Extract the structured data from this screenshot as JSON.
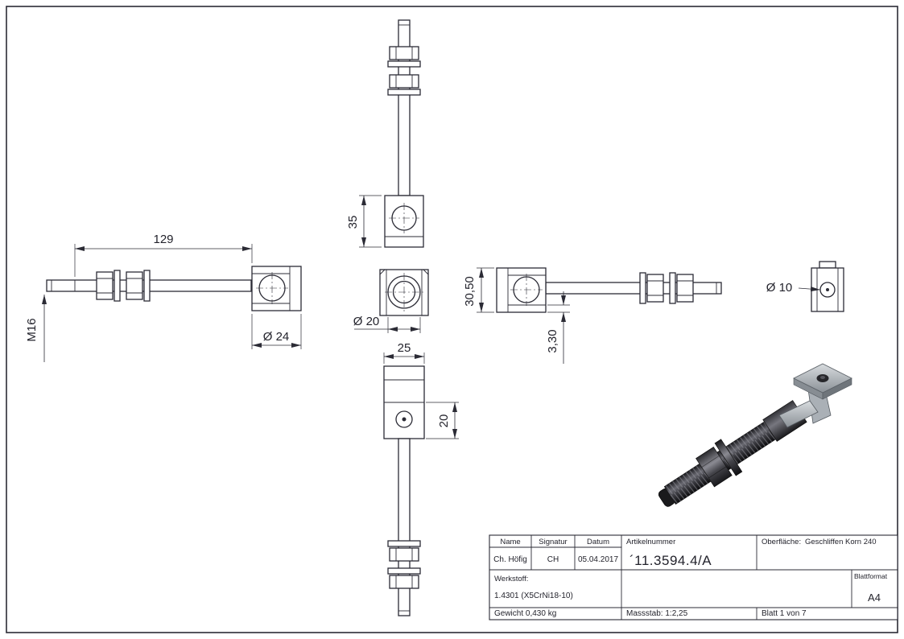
{
  "drawing": {
    "dims": {
      "length129": "129",
      "dia24": "Ø 24",
      "threadM16": "M16",
      "h35": "35",
      "dia20": "Ø 20",
      "w25": "25",
      "h20": "20",
      "h3050": "30,50",
      "t330": "3,30",
      "dia10": "Ø 10"
    }
  },
  "title_block": {
    "col_name": "Name",
    "col_signatur": "Signatur",
    "col_datum": "Datum",
    "col_artikelnummer": "Artikelnummer",
    "oberflaeche_label": "Oberfläche:",
    "oberflaeche_value": "Geschliffen Korn 240",
    "name_value": "Ch. Höfig",
    "signatur_value": "CH",
    "datum_value": "05.04.2017",
    "artikelnummer_value": "´11.3594.4/A",
    "werkstoff_label": "Werkstoff:",
    "werkstoff_value": "1.4301 (X5CrNi18-10)",
    "gewicht": "Gewicht 0,430 kg",
    "massstab": "Massstab: 1:2,25",
    "blatt": "Blatt 1 von 7",
    "blattformat_label": "Blattformat",
    "blattformat_value": "A4"
  },
  "colors": {
    "line": "#2b2b35",
    "background": "#ffffff",
    "steel_light": "#d8dcdf",
    "steel_dark": "#2a2a2e"
  }
}
